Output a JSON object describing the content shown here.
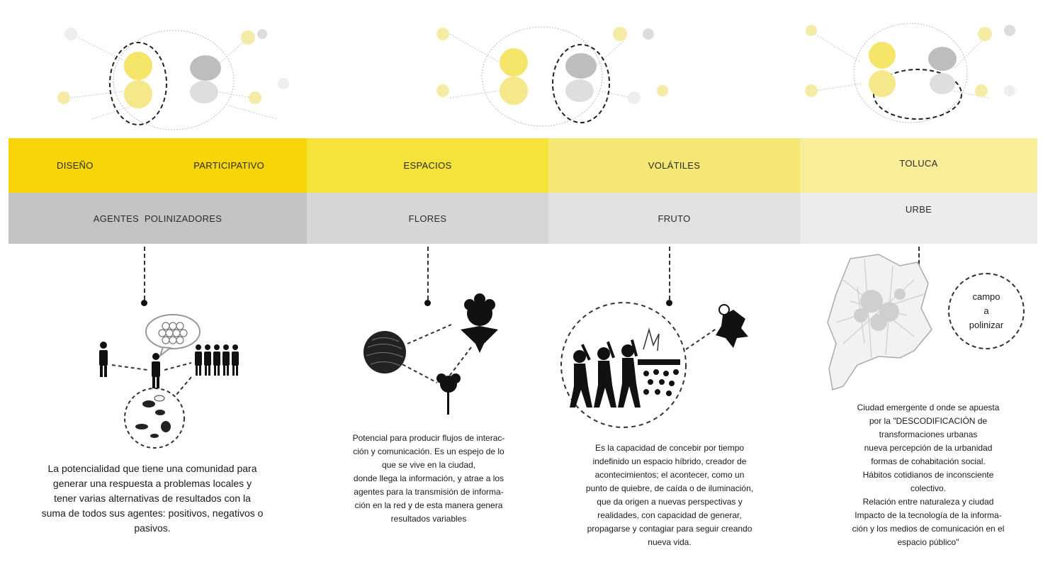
{
  "row_top": [
    "DISEÑO",
    "PARTICIPATIVO",
    "ESPACIOS",
    "VOLÁTILES",
    "TOLUCA"
  ],
  "row_bottom": [
    "AGENTES  POLINIZADORES",
    "FLORES",
    "FRUTO",
    "URBE"
  ],
  "descriptions": [
    [
      "La potencialidad que tiene una comunidad para",
      "generar una respuesta  a problemas locales y",
      "tener varias alternativas de resultados con la",
      "suma de todos sus agentes: positivos, negativos o",
      "pasivos."
    ],
    [
      "Potencial para producir flujos de interac-",
      "ción y comunicación. Es un espejo de lo",
      "que se vive en la ciudad,",
      "donde llega la información, y atrae a los",
      "agentes para la transmisión de informa-",
      "ción en la red y de esta manera genera",
      "resultados variables"
    ],
    [
      "Es la capacidad de concebir por tiempo",
      "indefinido un espacio híbrido, creador  de",
      "acontecimientos; el acontecer, como un",
      "punto de quiebre, de caída o de iluminación,",
      "que da origen a nuevas perspectivas y",
      "realidades, con capacidad de generar,",
      "propagarse y contagiar para seguir creando",
      "nueva vida."
    ],
    [
      "Ciudad emergente d onde se apuesta",
      "por la \"DESCODIFICACIÓN de",
      "transformaciones urbanas",
      "nueva percepción de la urbanidad",
      "formas de cohabitación social.",
      "Hábitos cotidianos de inconsciente",
      "colectivo.",
      "Relación entre naturaleza y ciudad",
      "Impacto de la tecnología de la informa-",
      "ción y los medios de comunicación en el",
      "espacio público\""
    ]
  ],
  "campo": [
    "campo",
    "a",
    "polinizar"
  ],
  "colors": {
    "yellow": "#f7d508",
    "gray": "#c4c4c6",
    "ink": "#111111"
  }
}
